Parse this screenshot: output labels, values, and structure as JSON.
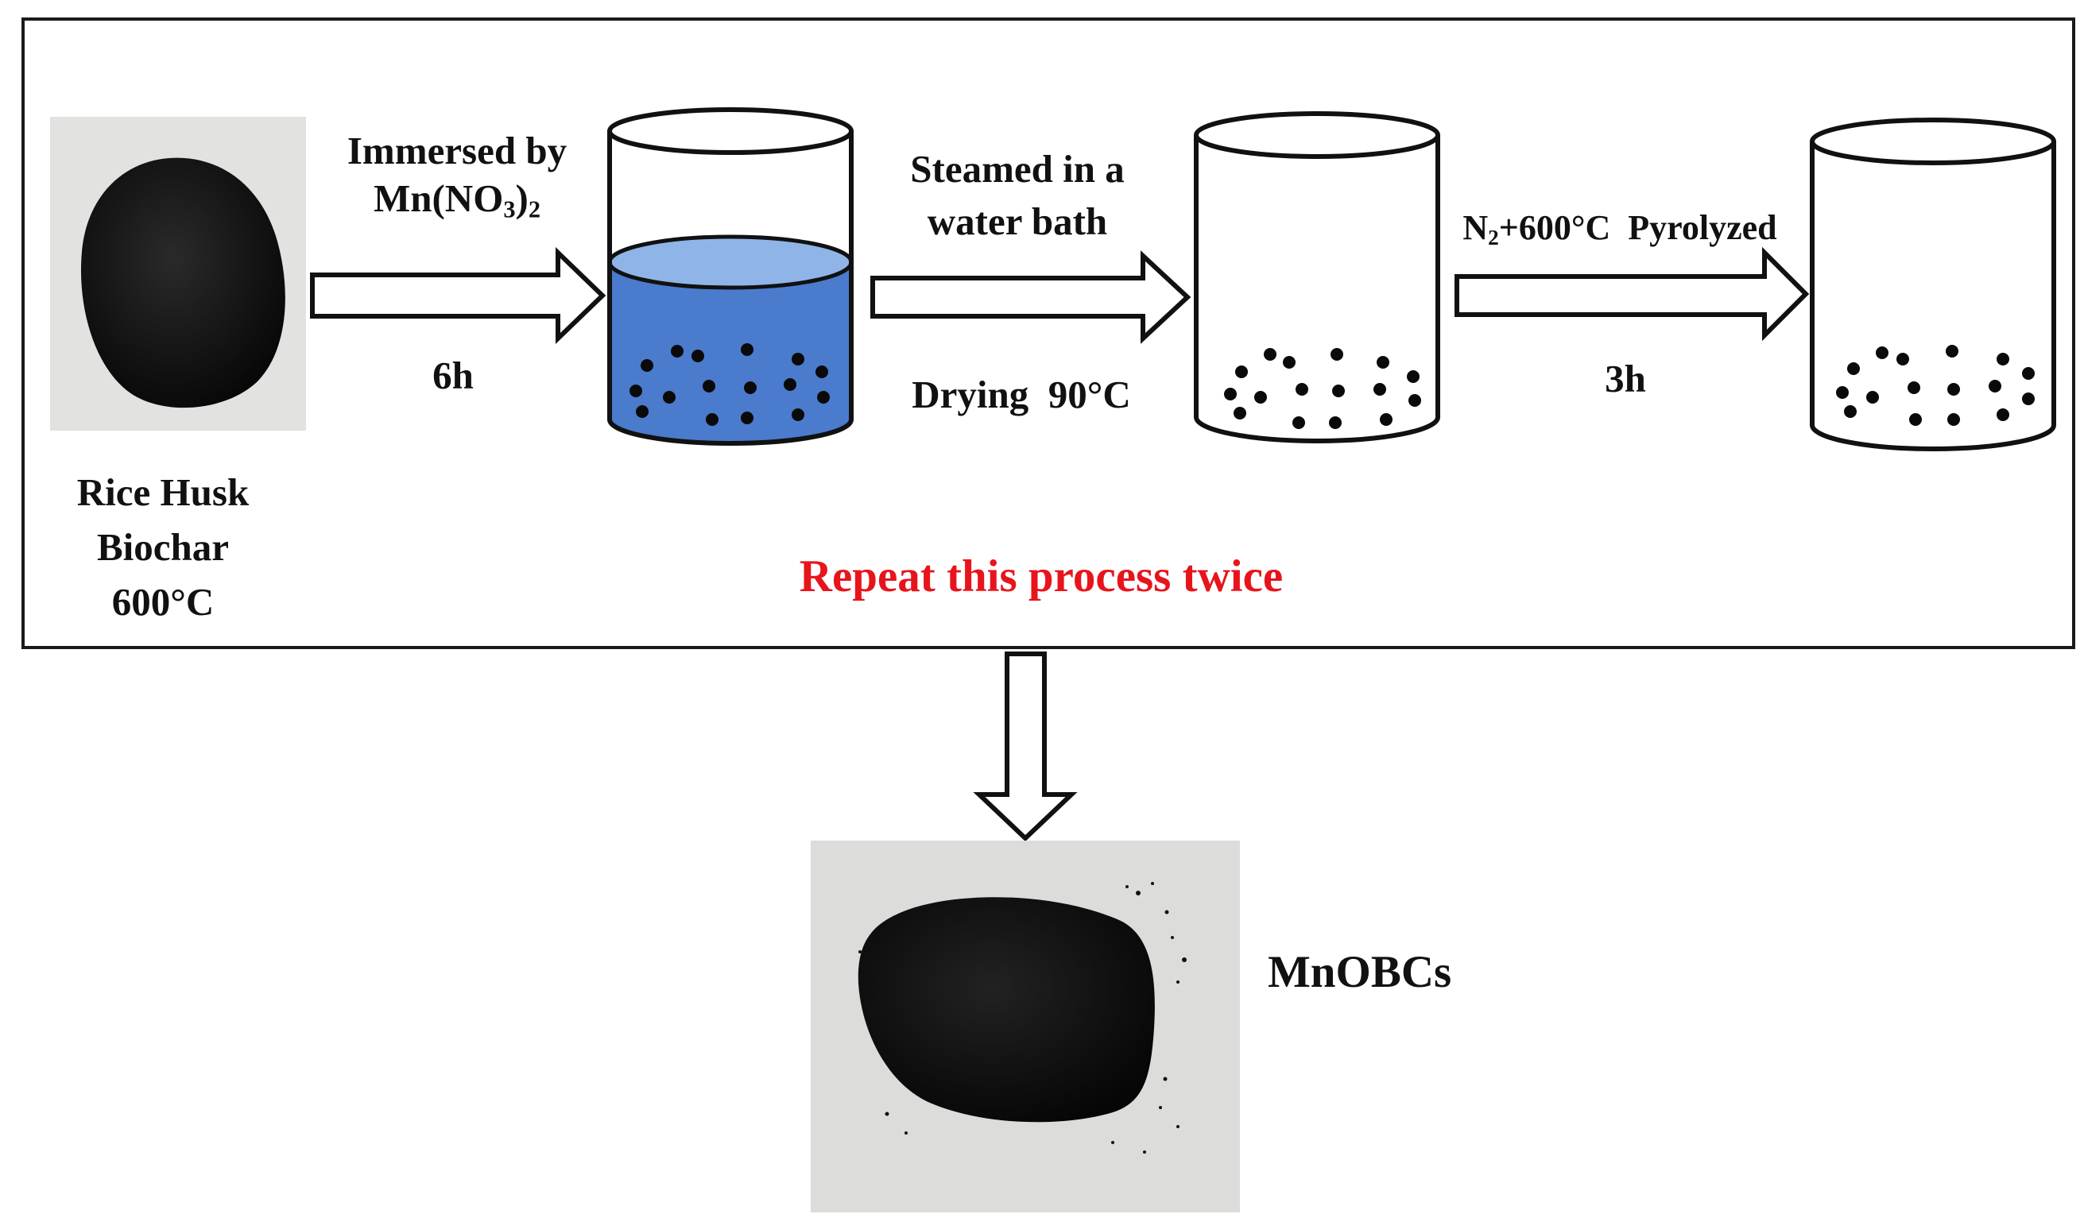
{
  "title": "",
  "colors": {
    "border": "#1a1a1a",
    "solution_fill": "#4a7bcd",
    "solution_surface": "#8fb4e8",
    "highlight_text": "#e8141c",
    "biochar": "#141414",
    "photo_bg": "#e2e2e0"
  },
  "start_material": {
    "label_line1": "Rice Husk",
    "label_line2": "Biochar",
    "label_line3": "600°C"
  },
  "steps": [
    {
      "id": "immersion",
      "text_above_line1": "Immersed by",
      "text_above_line2_main": "Mn(NO",
      "text_above_line2_sub1": "3",
      "text_above_line2_close": ")",
      "text_above_line2_sub2": "2",
      "text_below": "6h"
    },
    {
      "id": "steaming",
      "text_above_line1": "Steamed in a",
      "text_above_line2": "water bath",
      "text_below": "Drying  90°C"
    },
    {
      "id": "pyrolysis",
      "text_above_prefix": "N",
      "text_above_sub": "2",
      "text_above_rest": "+600°C  Pyrolyzed",
      "text_below": "3h"
    }
  ],
  "containers": [
    {
      "id": "beaker-solution",
      "contents": "Mn(NO3)2 solution with biochar particles"
    },
    {
      "id": "beaker-dried",
      "contents": "dried particles"
    },
    {
      "id": "beaker-pyrolyzed",
      "contents": "pyrolyzed particles"
    }
  ],
  "repeat_note": "Repeat this process twice",
  "product": {
    "label": "MnOBCs"
  }
}
